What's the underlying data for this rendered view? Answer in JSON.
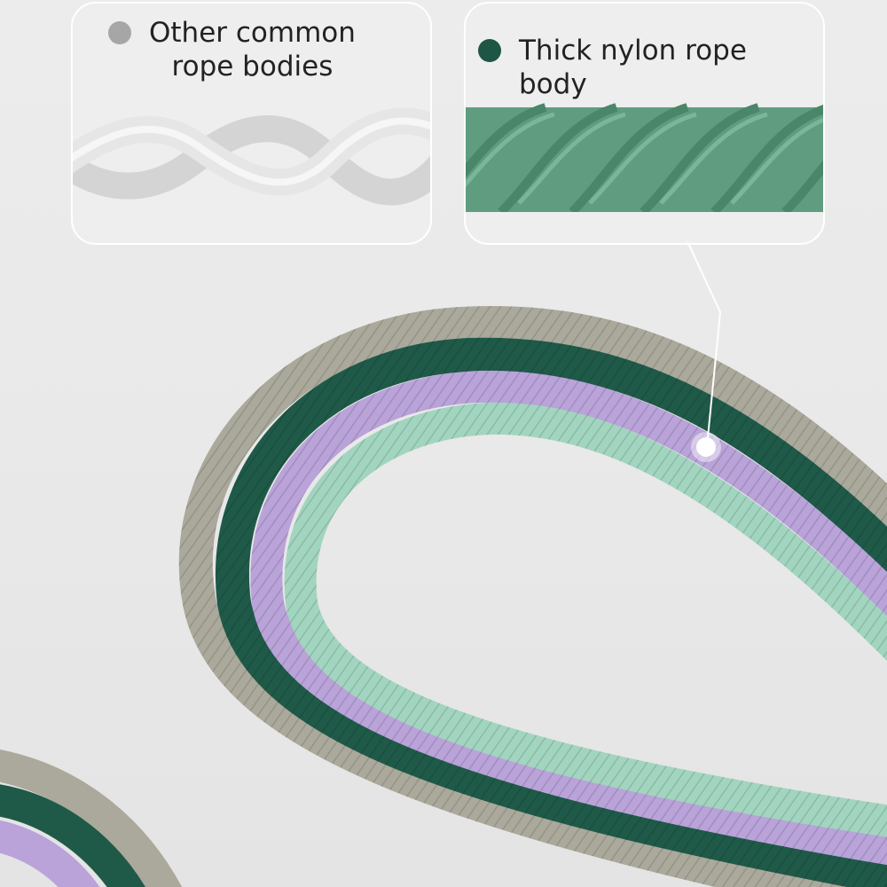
{
  "comparison": {
    "other": {
      "label": "Other common rope bodies",
      "line1": "Other common",
      "line2": "rope bodies",
      "dot_color": "#a6a6a6"
    },
    "nylon": {
      "label": "Thick nylon rope body",
      "dot_color": "#1e5544"
    }
  },
  "rope_colors": {
    "khaki": "#aaa99b",
    "dark_green": "#1f5a49",
    "lavender": "#b9a3d9",
    "mint": "#a2d5bf"
  }
}
